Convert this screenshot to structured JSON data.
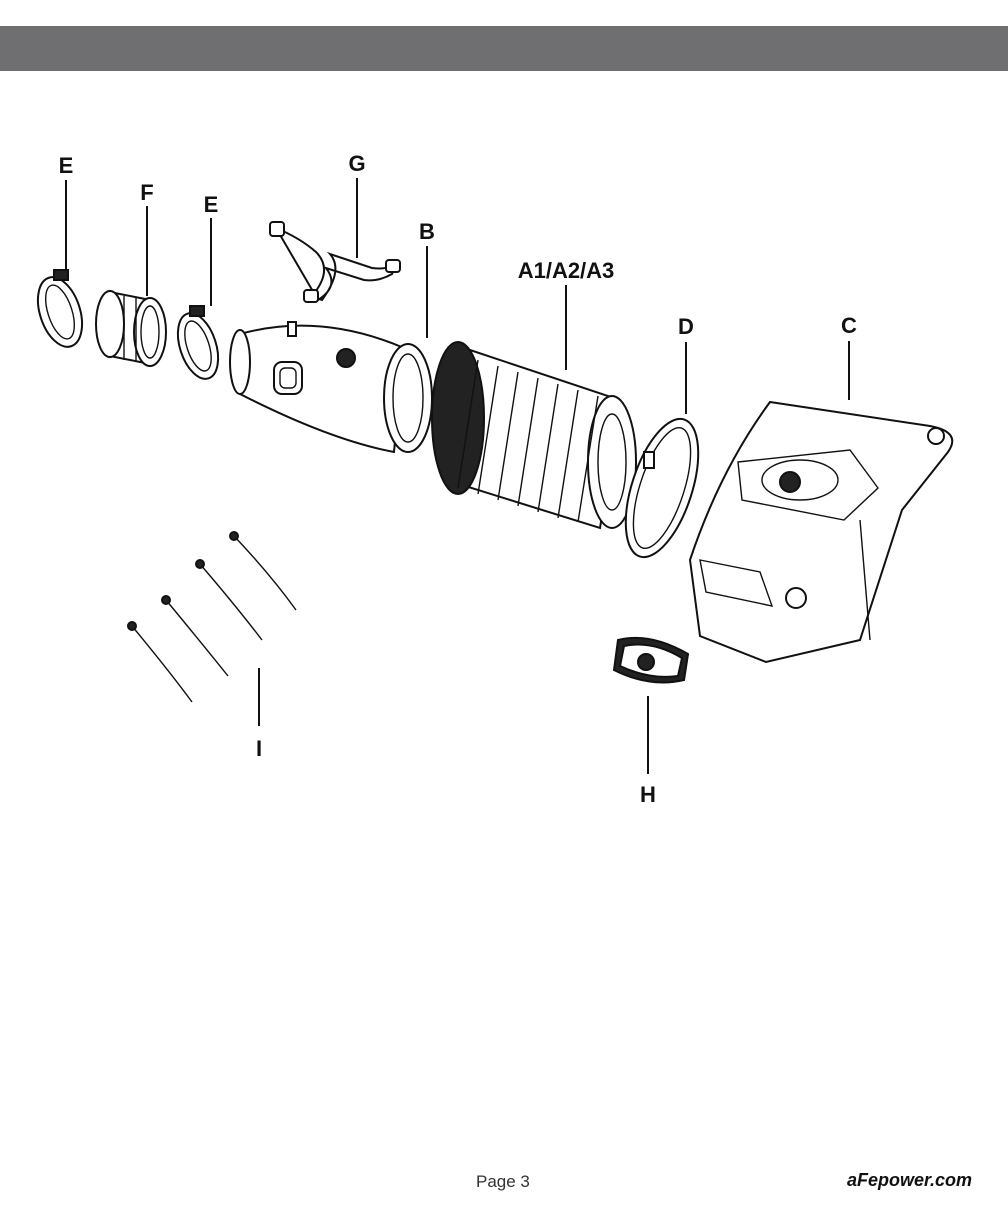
{
  "header": {
    "bar_color": "#6f6f71"
  },
  "callouts": {
    "e_left": "E",
    "f": "F",
    "e_right": "E",
    "g": "G",
    "b": "B",
    "a": "A1/A2/A3",
    "d": "D",
    "c": "C",
    "h": "H",
    "i": "I"
  },
  "footer": {
    "page": "Page 3",
    "site": "aFepower.com"
  }
}
